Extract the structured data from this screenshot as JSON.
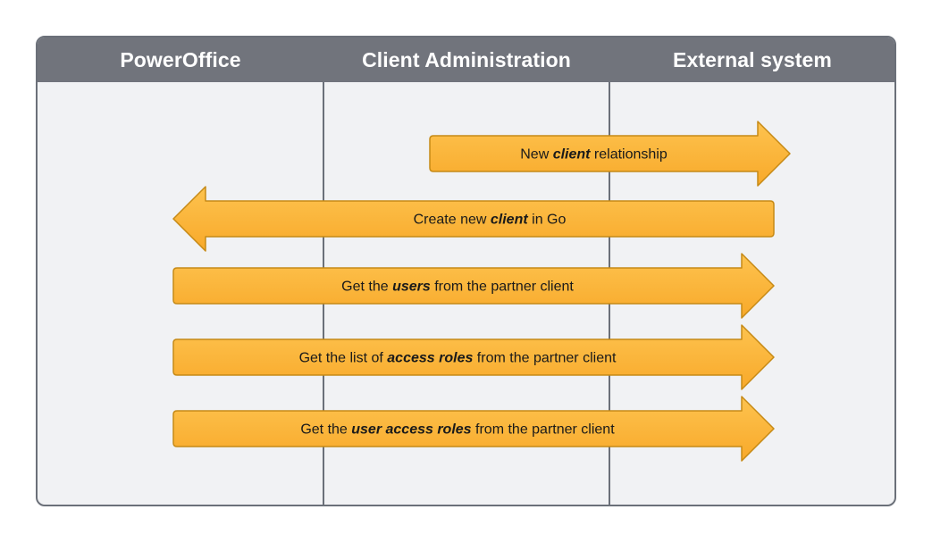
{
  "lanes": {
    "powerofice": "PowerOffice",
    "client_admin": "Client Administration",
    "external": "External system"
  },
  "colors": {
    "header_bg": "#71747c",
    "lane_bg": "#f1f2f4",
    "arrow_fill": "#fbb43c",
    "arrow_stroke": "#c68a16",
    "divider": "#6b7079"
  },
  "arrows": [
    {
      "direction": "right",
      "from_lane": "client_admin",
      "to_lane": "external",
      "label_parts": [
        {
          "text": "New ",
          "em": false
        },
        {
          "text": "client",
          "em": true
        },
        {
          "text": " relationship",
          "em": false
        }
      ]
    },
    {
      "direction": "left",
      "from_lane": "external",
      "to_lane": "powerofice",
      "label_parts": [
        {
          "text": "Create new ",
          "em": false
        },
        {
          "text": "client",
          "em": true
        },
        {
          "text": " in Go",
          "em": false
        }
      ]
    },
    {
      "direction": "right",
      "from_lane": "powerofice",
      "to_lane": "external",
      "label_parts": [
        {
          "text": "Get the ",
          "em": false
        },
        {
          "text": "users",
          "em": true
        },
        {
          "text": " from the partner client",
          "em": false
        }
      ]
    },
    {
      "direction": "right",
      "from_lane": "powerofice",
      "to_lane": "external",
      "label_parts": [
        {
          "text": "Get the list of ",
          "em": false
        },
        {
          "text": "access roles",
          "em": true
        },
        {
          "text": " from the partner client",
          "em": false
        }
      ]
    },
    {
      "direction": "right",
      "from_lane": "powerofice",
      "to_lane": "external",
      "label_parts": [
        {
          "text": "Get the ",
          "em": false
        },
        {
          "text": "user access roles",
          "em": true
        },
        {
          "text": " from the partner client",
          "em": false
        }
      ]
    }
  ]
}
